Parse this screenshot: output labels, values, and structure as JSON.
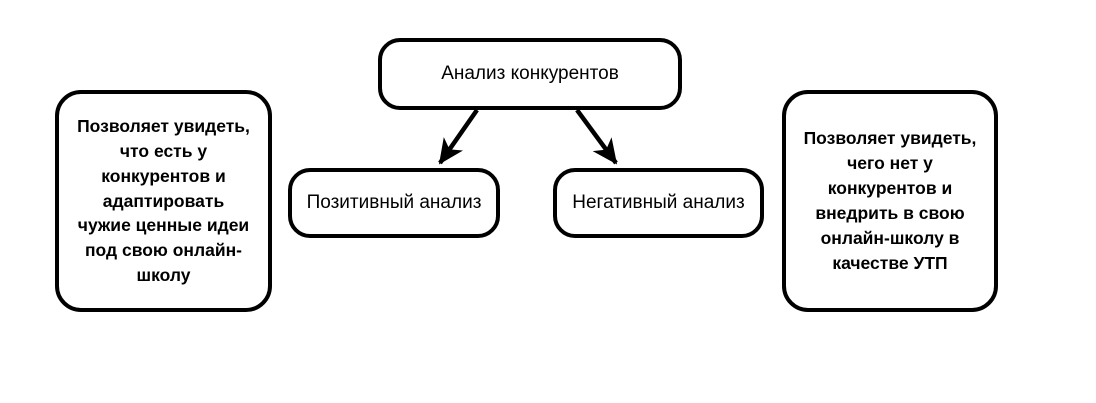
{
  "diagram": {
    "title": "Анализ конкурентов",
    "background_color": "#ffffff",
    "stroke_color": "#000000",
    "fill_color": "#ffffff",
    "nodes": {
      "root": {
        "label": "Анализ конкурентов"
      },
      "positive": {
        "label": "Позитивный анализ"
      },
      "negative": {
        "label": "Негативный анализ"
      },
      "left_detail": {
        "label": "Позволяет увидеть,\nчто есть у\nконкурентов и\nадаптировать\nчужие ценные идеи\nпод свою онлайн-\nшколу"
      },
      "right_detail": {
        "label": "Позволяет увидеть,\nчего нет у\nконкурентов и\nвнедрить в свою\nонлайн-школу в\nкачестве УТП"
      }
    },
    "connectors": [
      {
        "name": "root-to-positive",
        "from": "root",
        "to": "positive",
        "style": "solid-arrow"
      },
      {
        "name": "root-to-negative",
        "from": "root",
        "to": "negative",
        "style": "solid-arrow"
      }
    ]
  }
}
